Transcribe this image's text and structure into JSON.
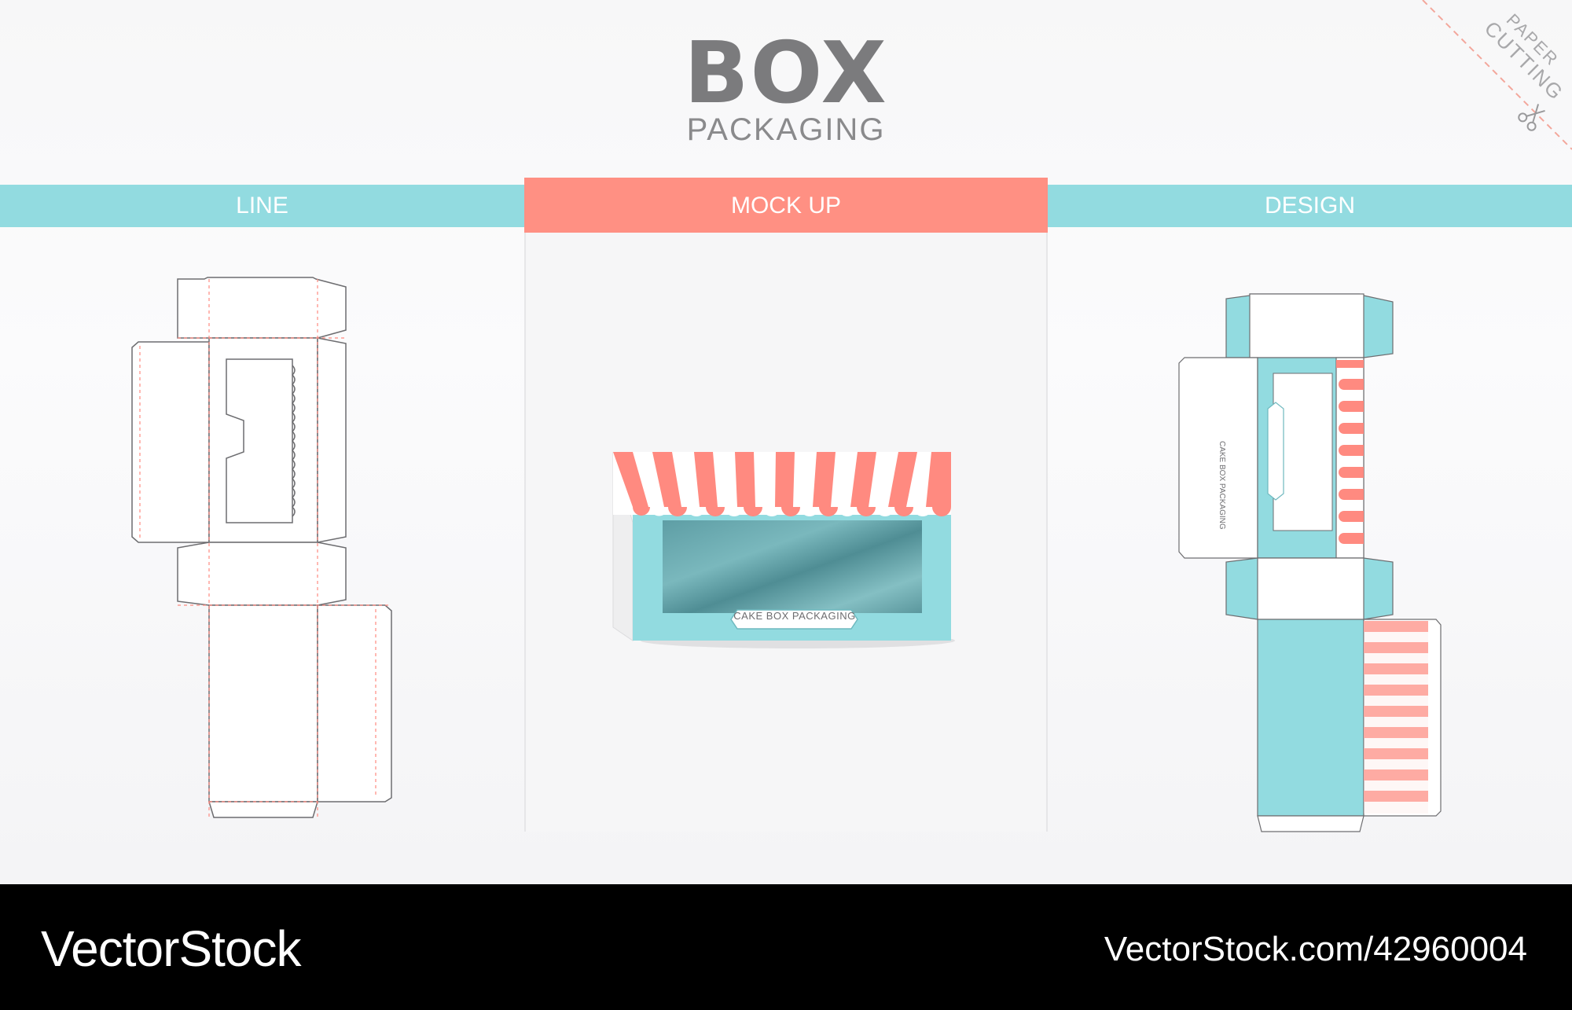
{
  "header": {
    "title": "BOX",
    "subtitle": "PACKAGING"
  },
  "corner_stamp": {
    "line1": "PAPER",
    "line2": "CUTTING",
    "icon": "scissors-icon"
  },
  "sections": {
    "line": "LINE",
    "mockup": "MOCK UP",
    "design": "DESIGN"
  },
  "mockup_label": "CAKE BOX PACKAGING",
  "design_label": "CAKE BOX PACKAGING",
  "footer": {
    "brand": "VectorStock",
    "url": "VectorStock.com/42960004"
  },
  "colors": {
    "teal": "#92dbe0",
    "coral": "#ff9083",
    "cut_line": "#6d6d70",
    "fold_line": "#ff8a80"
  }
}
